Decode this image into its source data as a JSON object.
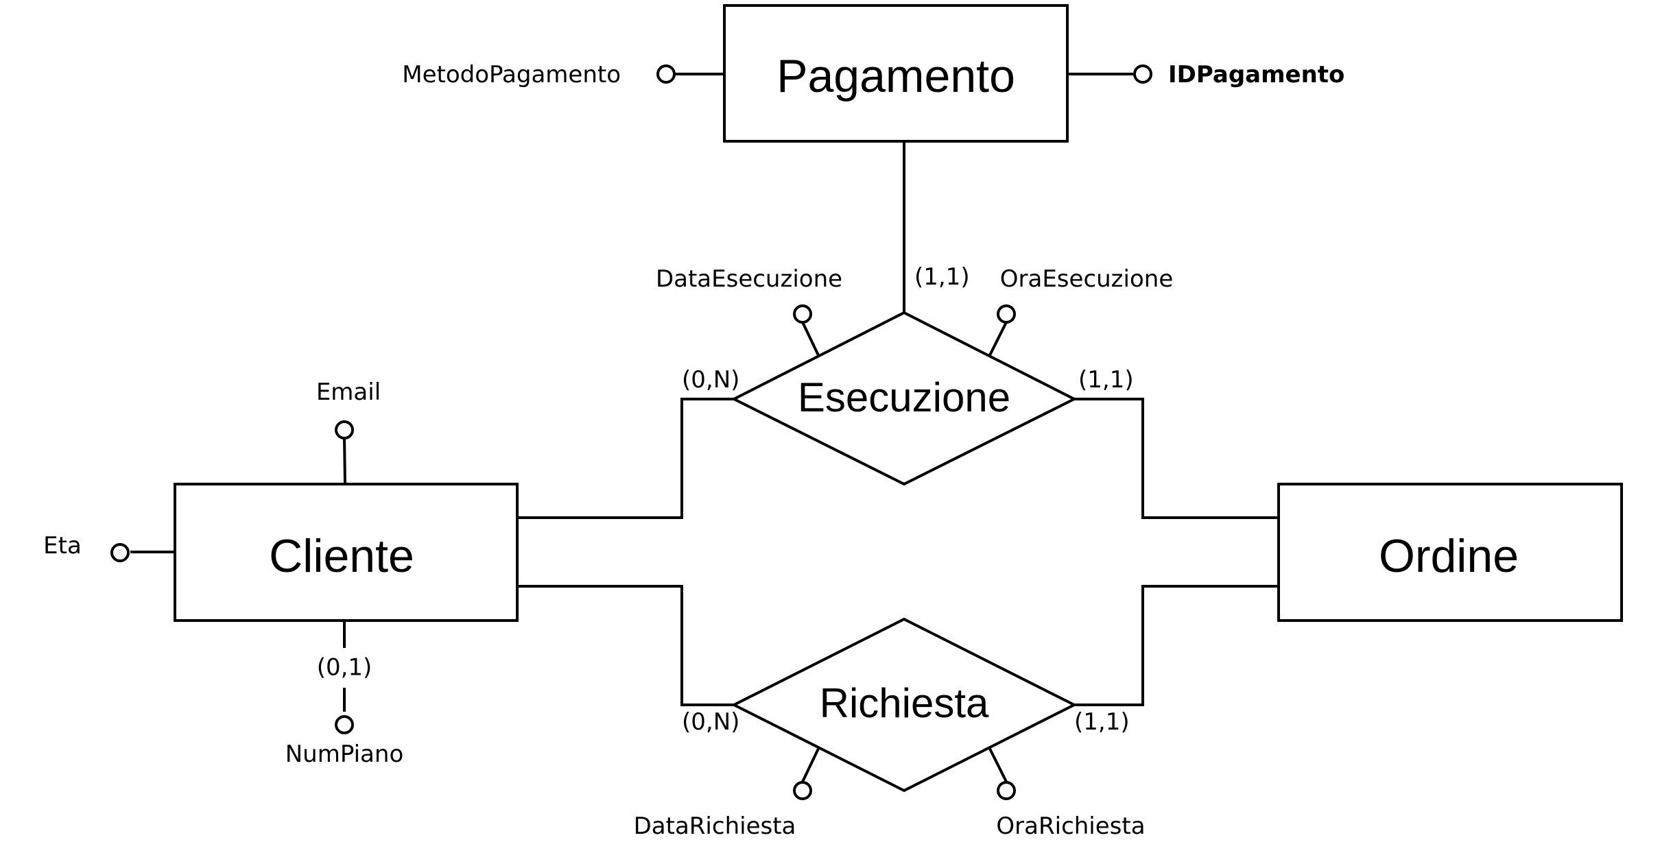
{
  "entities": {
    "pagamento": "Pagamento",
    "cliente": "Cliente",
    "ordine": "Ordine"
  },
  "relationships": {
    "esecuzione": "Esecuzione",
    "richiesta": "Richiesta"
  },
  "attributes": {
    "metodo_pagamento": "MetodoPagamento",
    "id_pagamento": "IDPagamento",
    "data_esecuzione": "DataEsecuzione",
    "ora_esecuzione": "OraEsecuzione",
    "email": "Email",
    "eta": "Eta",
    "num_piano": "NumPiano",
    "data_richiesta": "DataRichiesta",
    "ora_richiesta": "OraRichiesta"
  },
  "cardinalities": {
    "pagamento_esecuzione": "(1,1)",
    "cliente_esecuzione": "(0,N)",
    "ordine_esecuzione": "(1,1)",
    "cliente_richiesta": "(0,N)",
    "ordine_richiesta": "(1,1)",
    "num_piano": "(0,1)"
  }
}
